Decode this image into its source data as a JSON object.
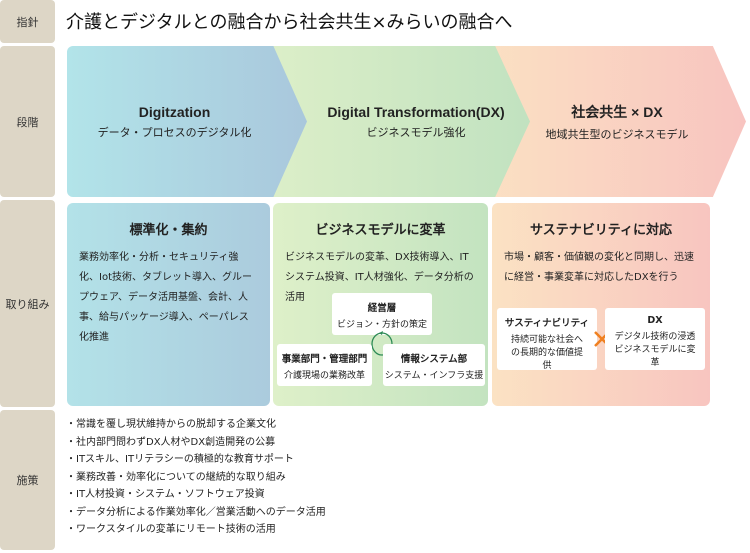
{
  "labels": {
    "policy": "指針",
    "stage": "段階",
    "initiative": "取り組み",
    "measures": "施策"
  },
  "title": "介護とデジタルとの融合から社会共生×みらいの融合へ",
  "stages": [
    {
      "heading": "Digitzation",
      "sub": "データ・プロセスのデジタル化"
    },
    {
      "heading": "Digital Transformation(DX)",
      "sub": "ビジネスモデル強化"
    },
    {
      "heading": "社会共生 × DX",
      "sub": "地域共生型のビジネスモデル"
    }
  ],
  "initiatives": [
    {
      "heading": "標準化・集約",
      "body": "業務効率化・分析・セキュリティ強化、Iot技術、タブレット導入、グループウェア、データ活用基盤、会計、人事、給与パッケージ導入、ペーパレス化推進"
    },
    {
      "heading": "ビジネスモデルに変革",
      "body": "ビジネスモデルの変革、DX技術導入、ITシステム投資、IT人材強化、データ分析の活用",
      "boxes": [
        {
          "title": "経営層",
          "desc": "ビジョン・方針の策定"
        },
        {
          "title": "事業部門・管理部門",
          "desc": "介護現場の業務改革"
        },
        {
          "title": "情報システム部",
          "desc": "システム・インフラ支援"
        }
      ]
    },
    {
      "heading": "サステナビリティに対応",
      "body": "市場・顧客・価値観の変化と同期し、迅速に経営・事業変革に対応したDXを行う",
      "boxes": [
        {
          "title": "サスティナビリティ",
          "desc": "持続可能な社会への長期的な価値提供"
        },
        {
          "title": "DX",
          "desc": "デジタル技術の浸透ビジネスモデルに変革"
        }
      ]
    }
  ],
  "measures": [
    "・常識を覆し現状維持からの脱却する企業文化",
    "・社内部門問わずDX人材やDX創造開発の公募",
    "・ITスキル、ITリテラシーの積極的な教育サポート",
    "・業務改善・効率化についての継続的な取り組み",
    "・IT人材投資・システム・ソフトウェア投資",
    "・データ分析による作業効率化／営業活動へのデータ活用",
    "・ワークスタイルの変革にリモート技術の活用"
  ],
  "colors": {
    "label_bg": "#ddd6c6",
    "cross": "#f08020",
    "cycle": "#2e8b57"
  }
}
